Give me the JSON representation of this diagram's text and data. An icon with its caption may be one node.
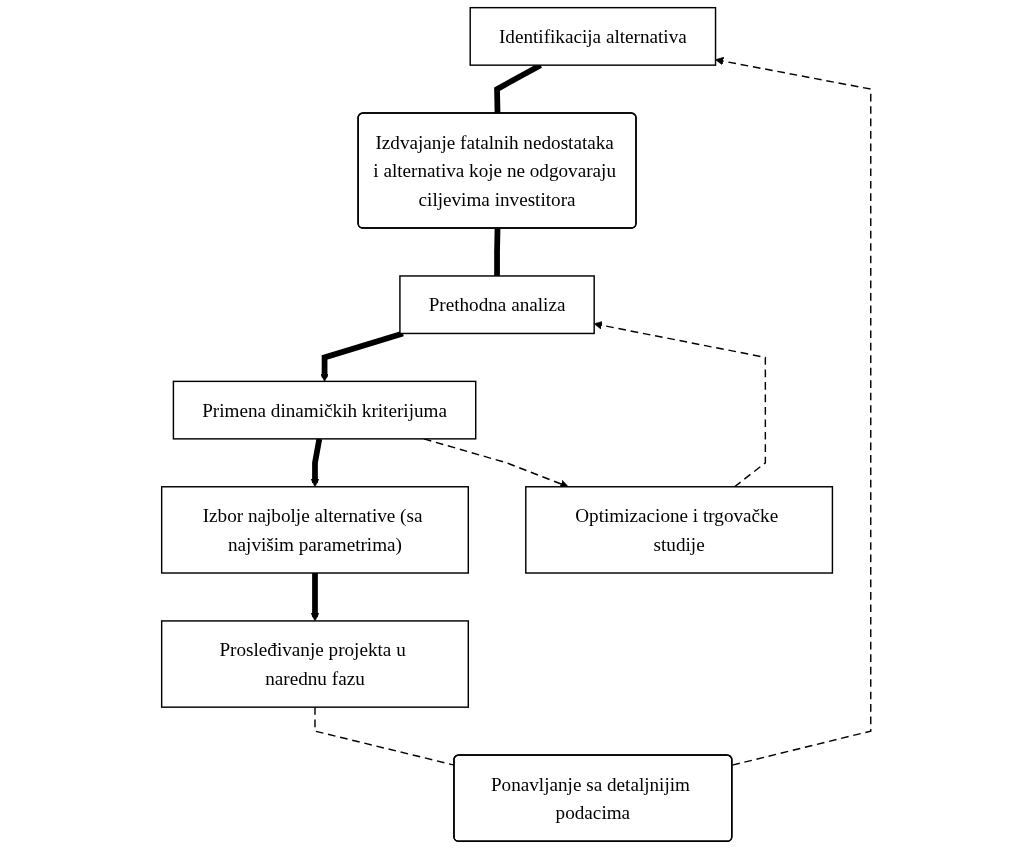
{
  "diagram": {
    "nodes": [
      {
        "text": [
          "Identifikacija alternativa"
        ]
      },
      {
        "text": [
          "Izdvajanje fatalnih nedostataka i alternativa koje ne odgovaraju ciljevima investitora"
        ]
      },
      {
        "text": [
          "Prethodna analiza"
        ]
      },
      {
        "text": [
          "Primena dinamičkih kriterijuma"
        ]
      },
      {
        "text": [
          "Izbor najbolje alternative (sa najvišim parametrima)"
        ]
      },
      {
        "text": [
          "Prosleđivanje projekta u narednu fazu"
        ]
      },
      {
        "text": [
          "Optimizacione i trgovačke studije"
        ]
      },
      {
        "text": [
          "Ponavljanje sa detaljnijim podacima"
        ]
      }
    ],
    "edges": [
      {
        "from": 0,
        "to": 1,
        "arrow": "none"
      },
      {
        "from": 1,
        "to": 2,
        "arrow": "none"
      },
      {
        "from": 2,
        "to": 3,
        "arrow": "to"
      },
      {
        "from": 3,
        "to": 4,
        "arrow": "to"
      },
      {
        "from": 4,
        "to": 5,
        "arrow": "to"
      },
      {
        "from": 3,
        "to": 6,
        "arrow": "to",
        "style": "dashed"
      },
      {
        "from": 6,
        "to": 2,
        "arrow": "to",
        "style": "dashed"
      },
      {
        "from": 5,
        "to": 7,
        "arrow": "none",
        "style": "dashed"
      },
      {
        "from": 7,
        "to": 0,
        "arrow": "to",
        "style": "dashed"
      }
    ]
  }
}
